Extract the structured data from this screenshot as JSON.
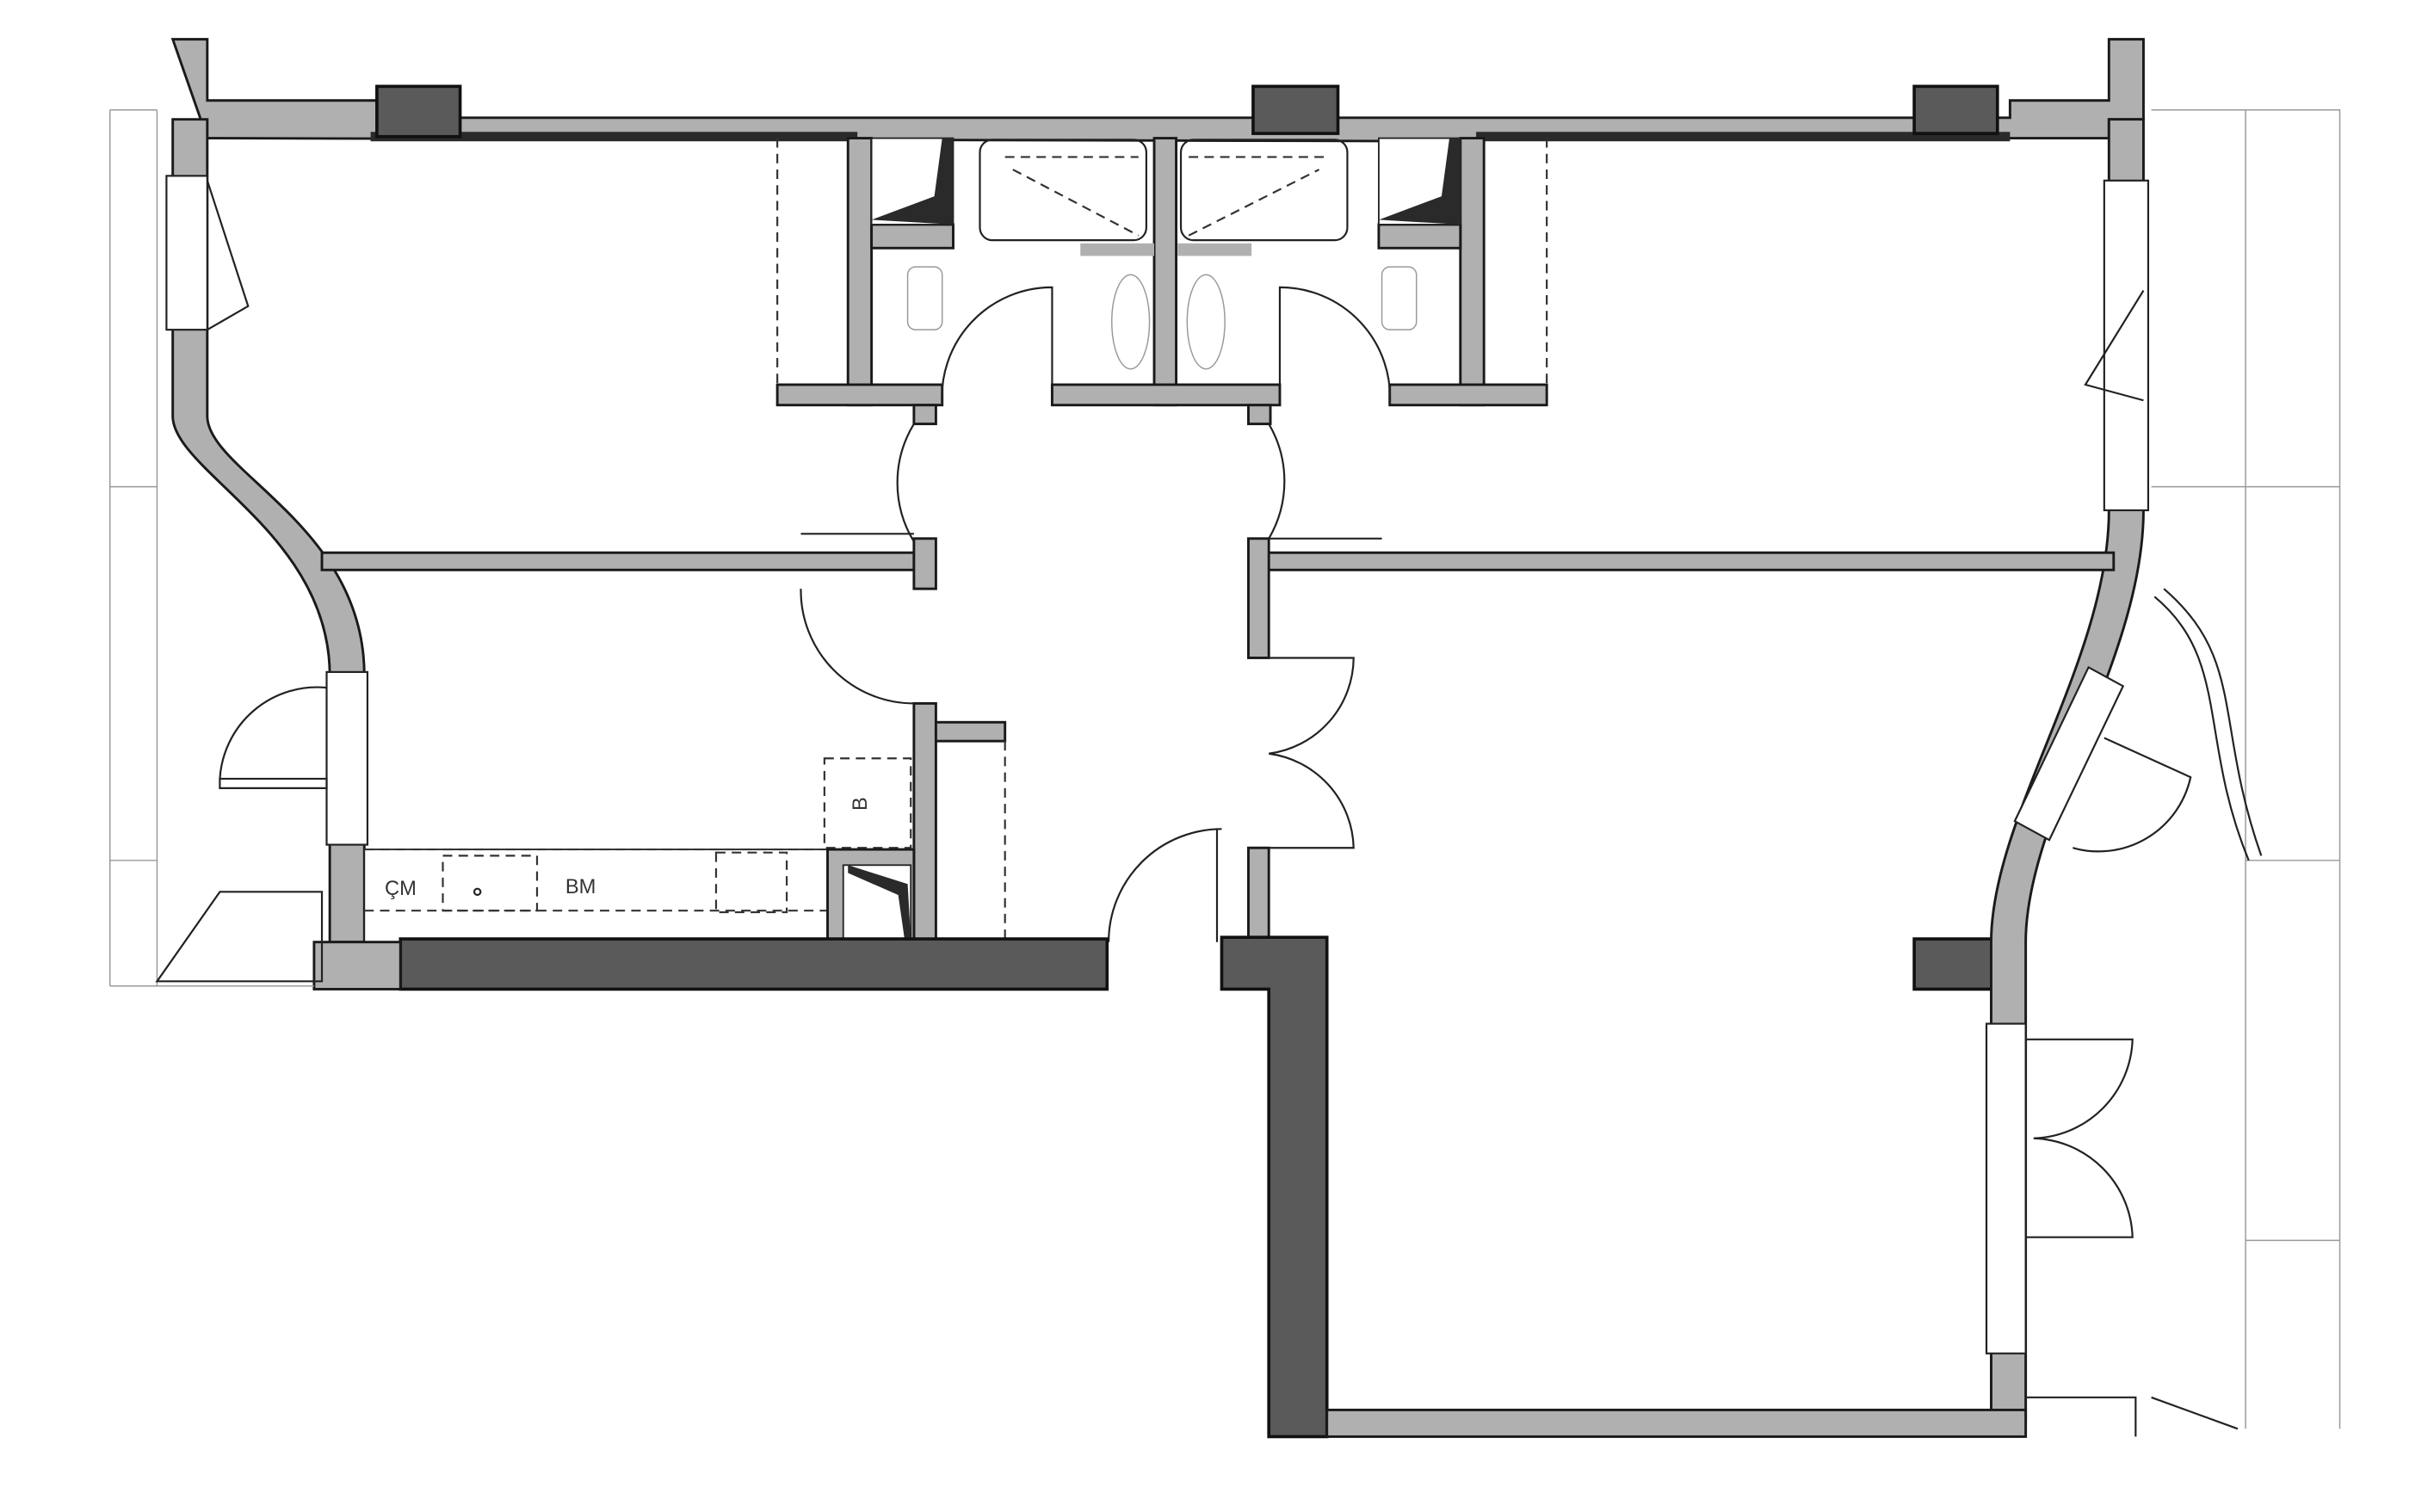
{
  "plan": {
    "labels": {
      "dishwasher": "ÇM",
      "sink_unit": "BM",
      "fridge": "B"
    },
    "colors": {
      "wall": "#b0b0b0",
      "structure": "#5a5a5a",
      "line": "#1a1a1a"
    }
  }
}
